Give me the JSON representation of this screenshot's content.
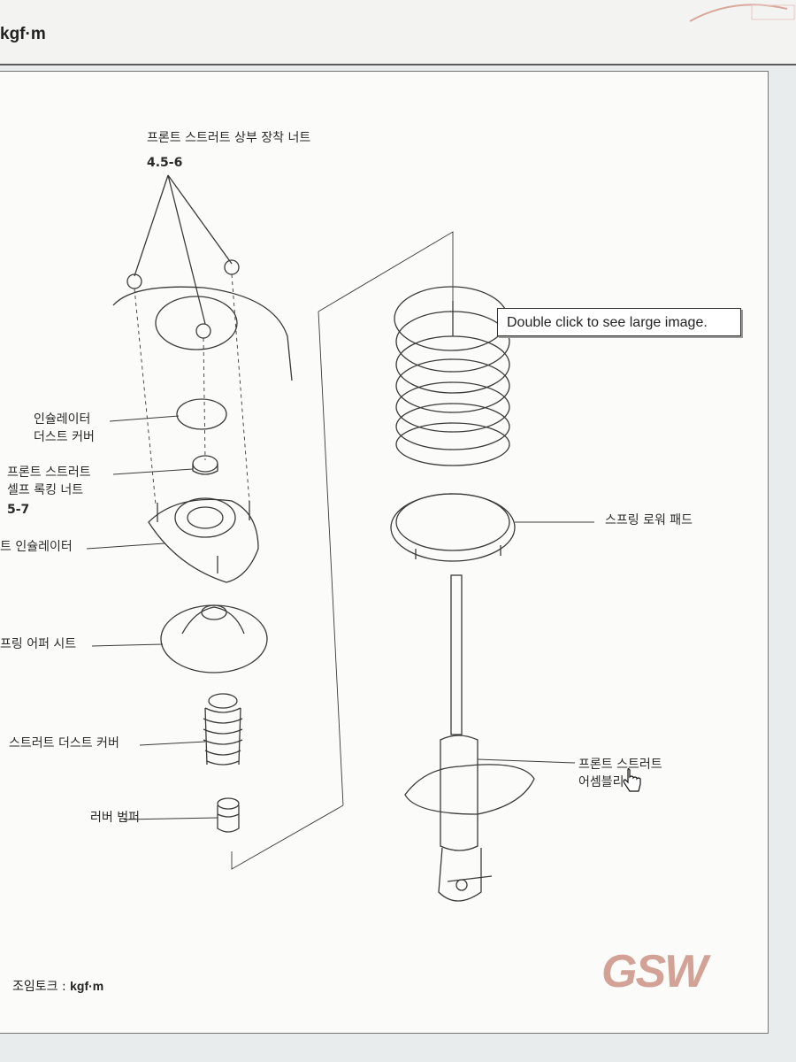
{
  "header": {
    "unit_label": "kgf·m"
  },
  "diagram": {
    "top_nut_title": "프론트 스트러트 상부 장착 너트",
    "top_nut_torque": "4.5-6",
    "insulator_dust_cover_line1": "인슐레이터",
    "insulator_dust_cover_line2": "더스트 커버",
    "self_locking_nut_line1": "프론트 스트러트",
    "self_locking_nut_line2": "셀프 록킹 너트",
    "self_locking_nut_torque": "5-7",
    "insulator_label": "트 인슐레이터",
    "spring_upper_seat_label": "프링 어퍼 시트",
    "strut_dust_cover_label": "스트러트 더스트 커버",
    "rubber_bumper_label": "러버 범퍼",
    "spring_lower_pad_label": "스프링 로워 패드",
    "strut_assembly_line1": "프론트 스트러트",
    "strut_assembly_line2": "어셈블리",
    "tooltip": "Double click to see large image."
  },
  "footer": {
    "torque_label": "조임토크 :",
    "torque_unit": "kgf·m",
    "logo": "GSW"
  }
}
